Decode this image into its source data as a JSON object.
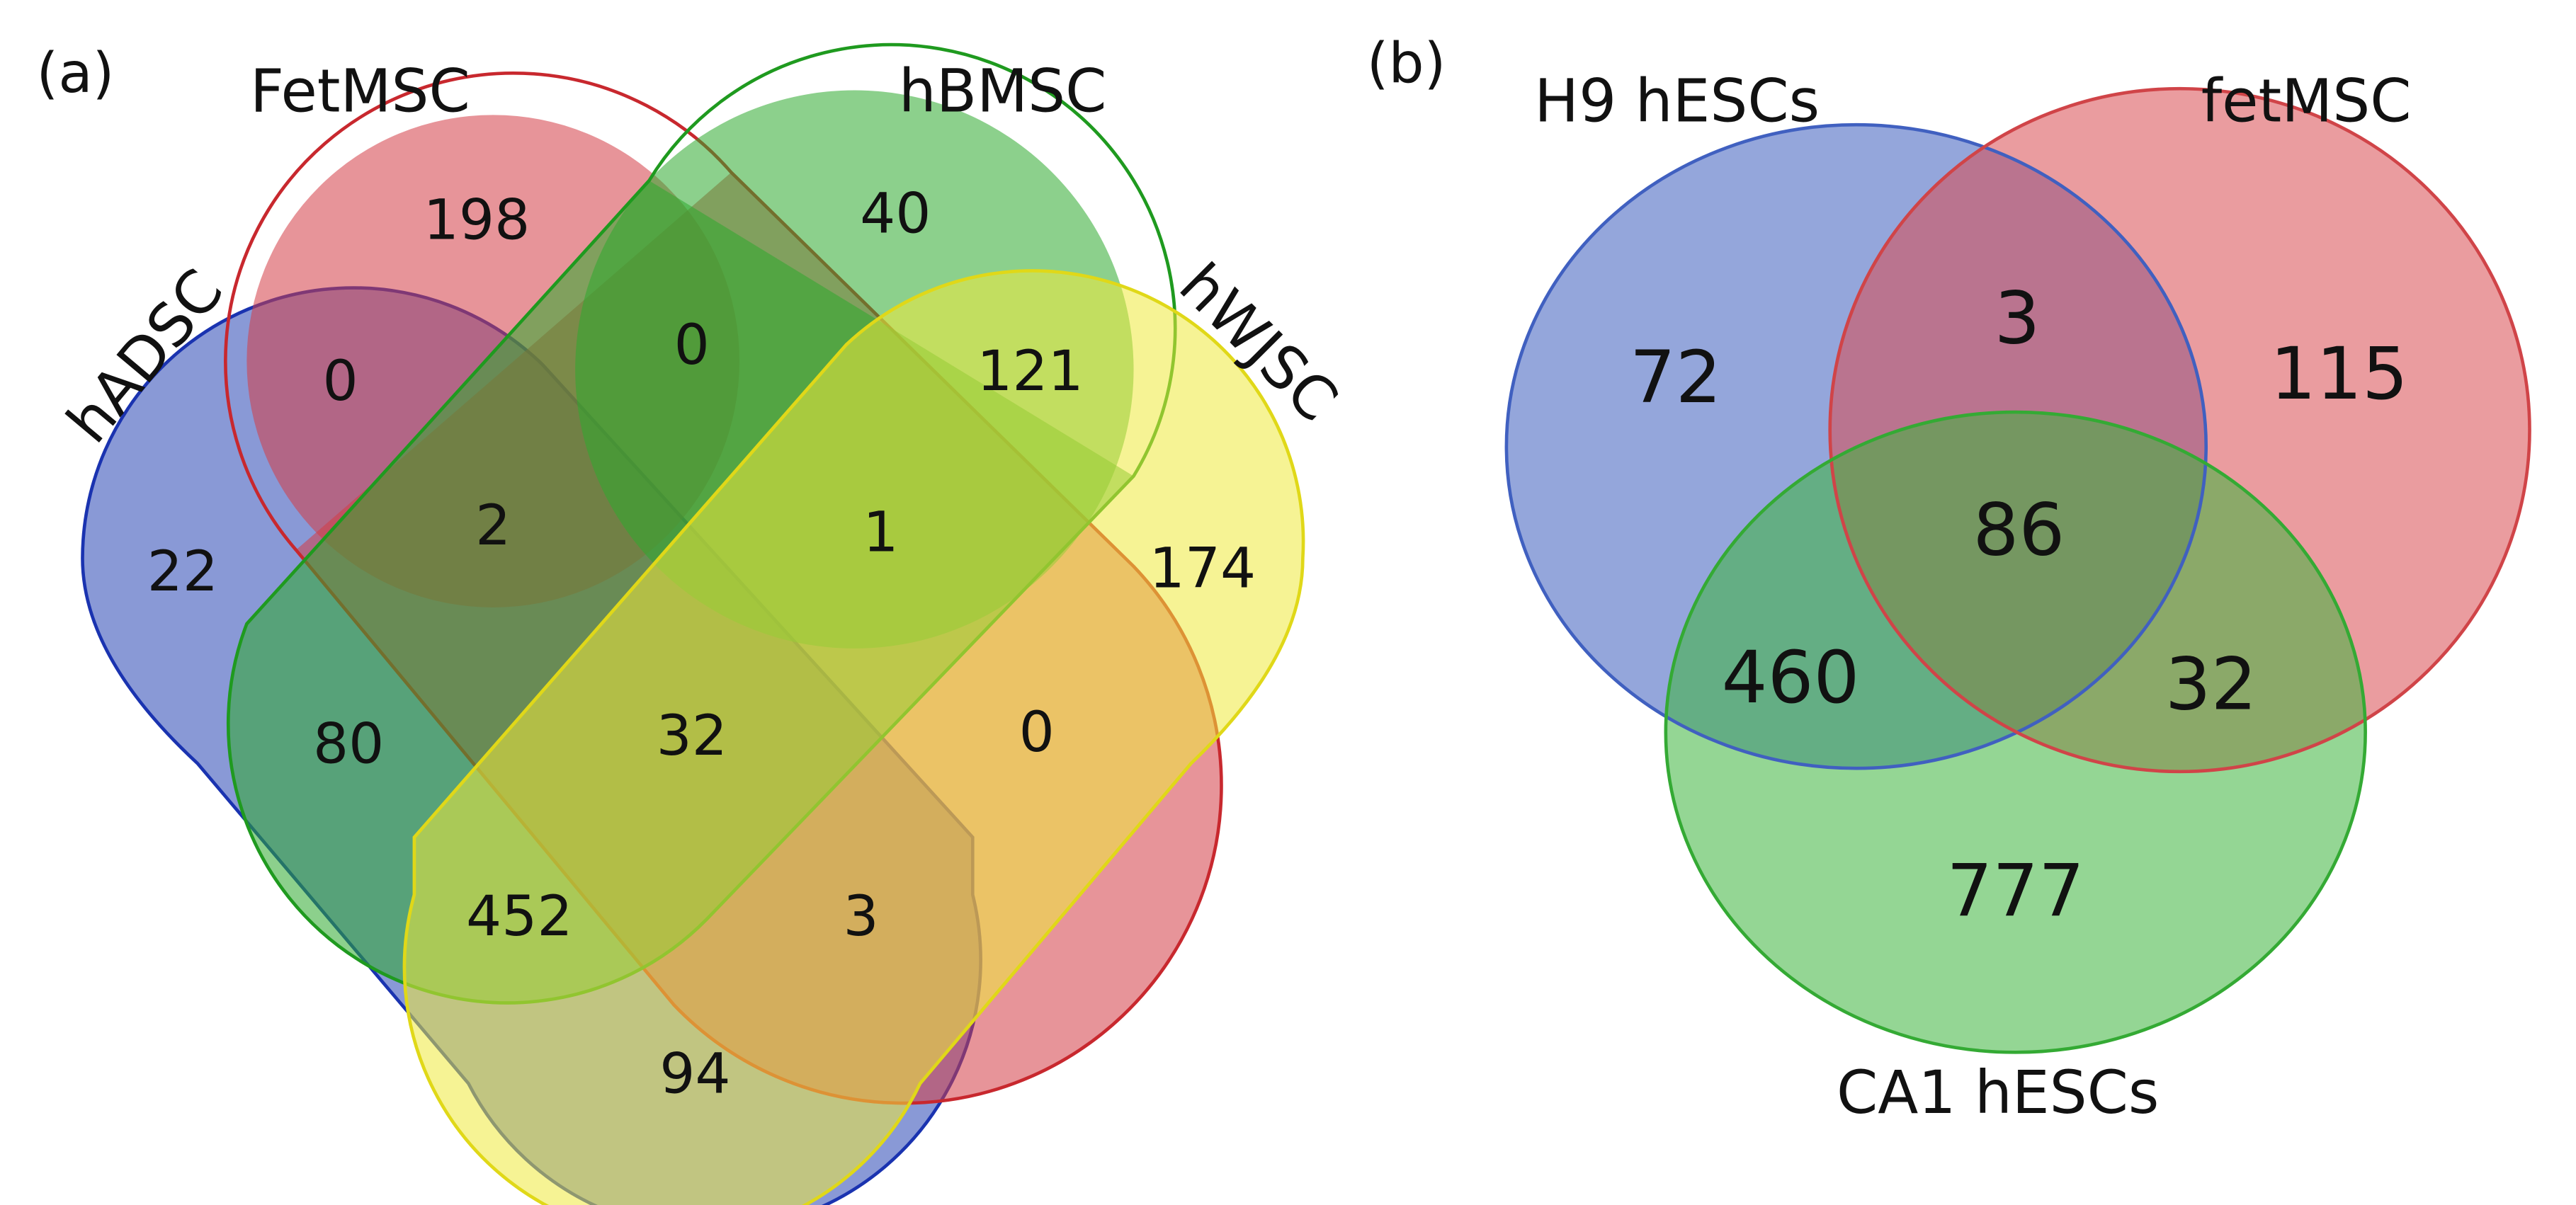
{
  "panel_a": {
    "panel_label": "(a)",
    "sets": [
      {
        "key": "hADSC",
        "label": "hADSC",
        "fill": "#2846b4",
        "stroke": "#1a33b0"
      },
      {
        "key": "FetMSC",
        "label": "FetMSC",
        "fill": "#d43c46",
        "stroke": "#c8282e"
      },
      {
        "key": "hBMSC",
        "label": "hBMSC",
        "fill": "#2eaa2e",
        "stroke": "#1f9a1f"
      },
      {
        "key": "hWJSC",
        "label": "hWJSC",
        "fill": "#eeea3c",
        "stroke": "#e0d818"
      }
    ],
    "regions": {
      "fetmsc_only": "198",
      "hbmsc_only": "40",
      "hadsc_fetmsc": "0",
      "fetmsc_hbmsc": "0",
      "hbmsc_hwjsc": "121",
      "hadsc_only": "22",
      "hadsc_fetmsc_hbmsc": "2",
      "fetmsc_hbmsc_hwjsc": "1",
      "hwjsc_only": "174",
      "hadsc_hbmsc": "80",
      "all_four": "32",
      "fetmsc_hwjsc": "0",
      "hadsc_hbmsc_hwjsc": "452",
      "hadsc_fetmsc_hwjsc": "3",
      "hadsc_hwjsc": "94"
    }
  },
  "panel_b": {
    "panel_label": "(b)",
    "sets": [
      {
        "key": "h9",
        "label": "H9 hESCs",
        "fill": "#3c5cbe",
        "stroke": "#4060c0"
      },
      {
        "key": "fetmsc",
        "label": "fetMSC",
        "fill": "#d84a50",
        "stroke": "#d04448"
      },
      {
        "key": "ca1",
        "label": "CA1 hESCs",
        "fill": "#3cb43c",
        "stroke": "#34aa34"
      }
    ],
    "regions": {
      "h9_only": "72",
      "h9_fetmsc": "3",
      "fetmsc_only": "115",
      "all_three": "86",
      "h9_ca1": "460",
      "fetmsc_ca1": "32",
      "ca1_only": "777"
    }
  }
}
